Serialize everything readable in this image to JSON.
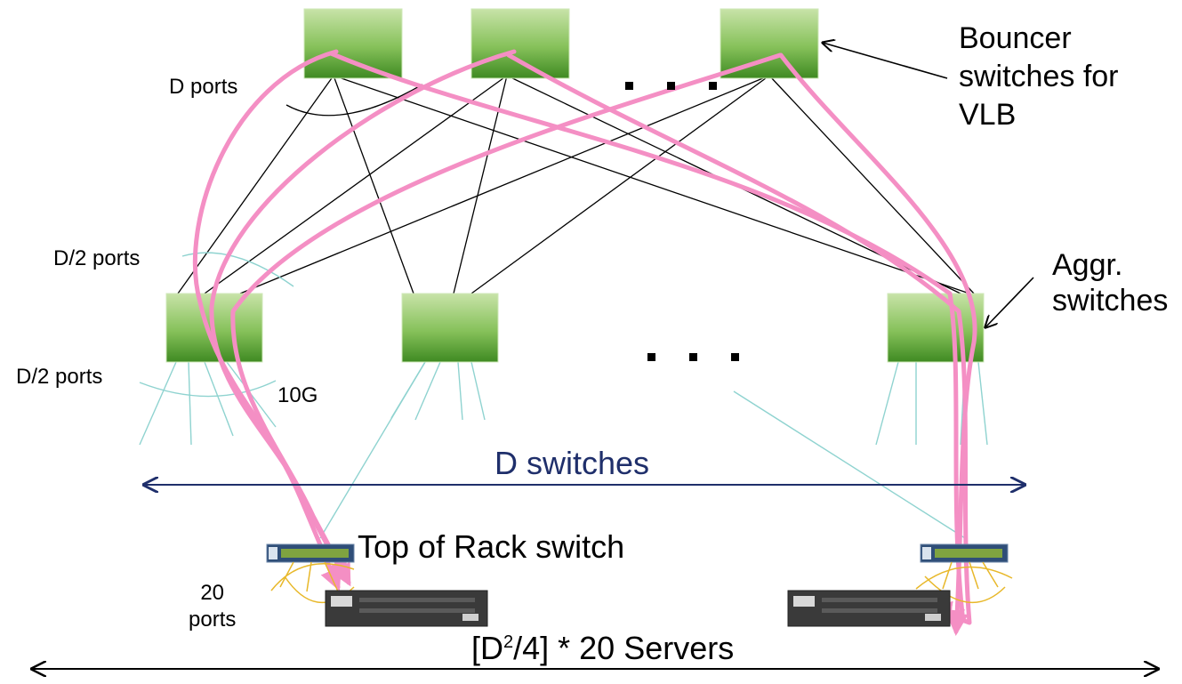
{
  "labels": {
    "bouncer": [
      "Bouncer",
      "switches for",
      "VLB"
    ],
    "aggr": [
      "Aggr.",
      "switches"
    ],
    "d_ports": "D ports",
    "d2_ports_upper": "D/2 ports",
    "d2_ports_lower": "D/2  ports",
    "ten_g": "10G",
    "d_switches": "D switches",
    "tor": "Top of Rack switch",
    "twenty_ports": [
      "20",
      "ports"
    ],
    "servers_prefix": "[D",
    "servers_sup": "2",
    "servers_suffix": "/4] * 20 Servers",
    "ellipsis": ". . ."
  },
  "colors": {
    "switch_top": "#bcd99a",
    "switch_bottom": "#4f9a2b",
    "link": "#000000",
    "downlink": "#8fd3d0",
    "path_highlight": "#f48fc4",
    "port_arc": "#e8b82a",
    "arrow_navy": "#1f2f6b"
  },
  "icons": {
    "bouncer_switch": "switch-box-icon",
    "aggr_switch": "switch-box-icon",
    "tor_switch": "rack-switch-icon",
    "server": "server-icon"
  }
}
